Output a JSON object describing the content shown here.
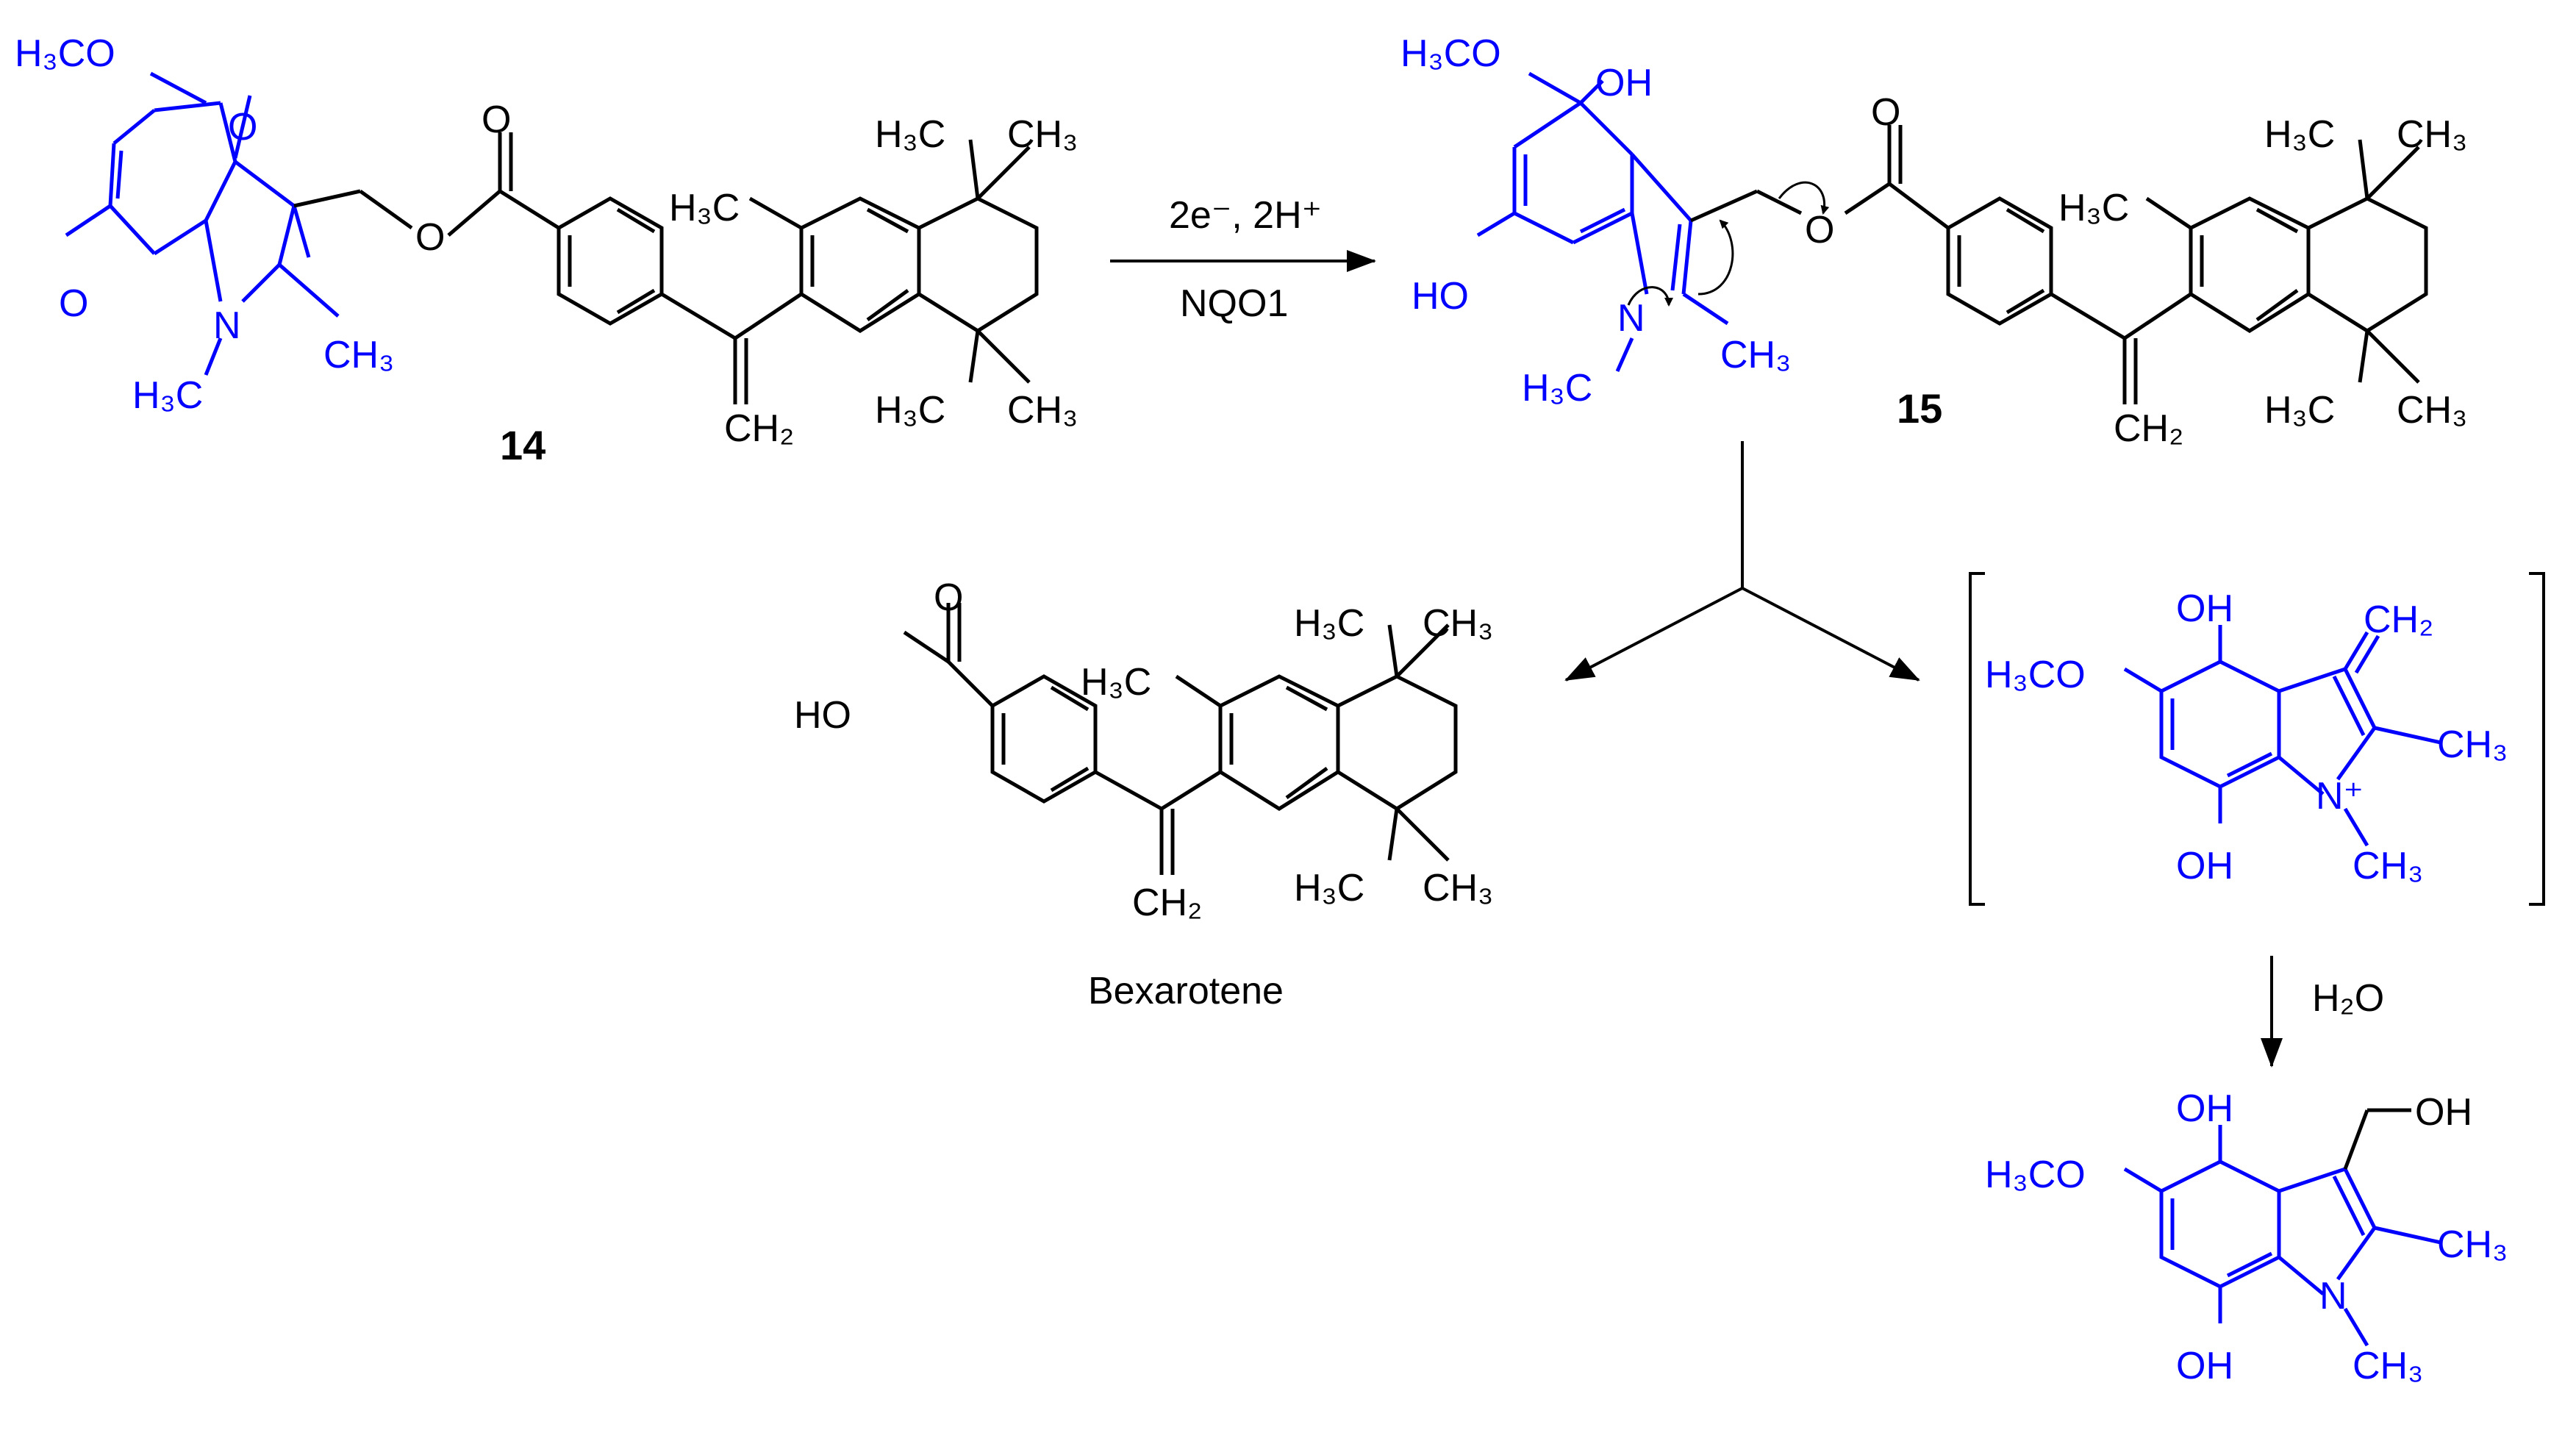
{
  "colors": {
    "bond": "#000000",
    "highlight": "#0000ff"
  },
  "compounds": {
    "c14": {
      "label": "14"
    },
    "c15": {
      "label": "15"
    },
    "bexarotene": {
      "caption": "Bexarotene"
    }
  },
  "reagents": {
    "top": "2e⁻, 2H⁺",
    "bottom": "NQO1",
    "water": "H₂O"
  },
  "atoms": {
    "h3c": "H₃C",
    "ch3": "CH₃",
    "ch2": "CH₂",
    "h3co": "H₃CO",
    "oh": "OH",
    "ho": "HO",
    "o": "O",
    "n": "N",
    "n_plus": "N⁺"
  }
}
